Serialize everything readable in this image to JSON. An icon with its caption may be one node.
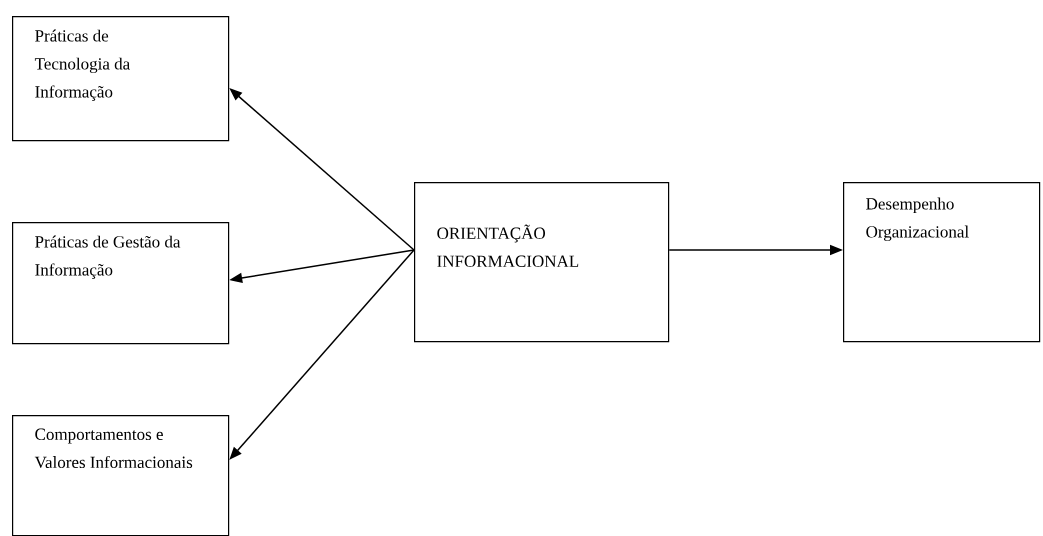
{
  "diagram": {
    "nodes": [
      {
        "text": [
          "Práticas de Tecnologia da Informação"
        ]
      },
      {
        "text": [
          "Práticas de Gestão da Informação"
        ]
      },
      {
        "text": [
          "Comportamentos e Valores Informacionais"
        ]
      },
      {
        "text": [
          "ORIENTAÇÃO INFORMACIONAL"
        ]
      },
      {
        "text": [
          "Desempenho Organizacional"
        ]
      }
    ],
    "edges": [
      {
        "from": 3,
        "to": 0,
        "arrow": "to"
      },
      {
        "from": 3,
        "to": 1,
        "arrow": "to"
      },
      {
        "from": 3,
        "to": 2,
        "arrow": "to"
      },
      {
        "from": 3,
        "to": 4,
        "arrow": "to"
      }
    ]
  }
}
